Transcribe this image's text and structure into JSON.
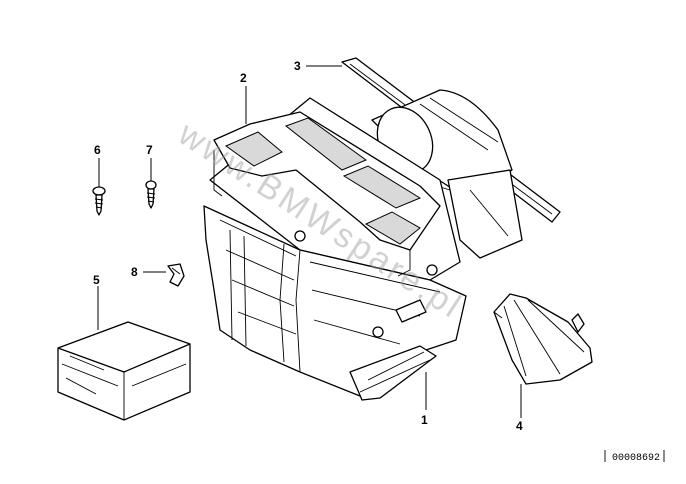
{
  "callouts": {
    "c1": "1",
    "c2": "2",
    "c3": "3",
    "c4": "4",
    "c5": "5",
    "c6": "6",
    "c7": "7",
    "c8": "8"
  },
  "watermark": "www.BMWspare.pl",
  "document_number": "00008692"
}
